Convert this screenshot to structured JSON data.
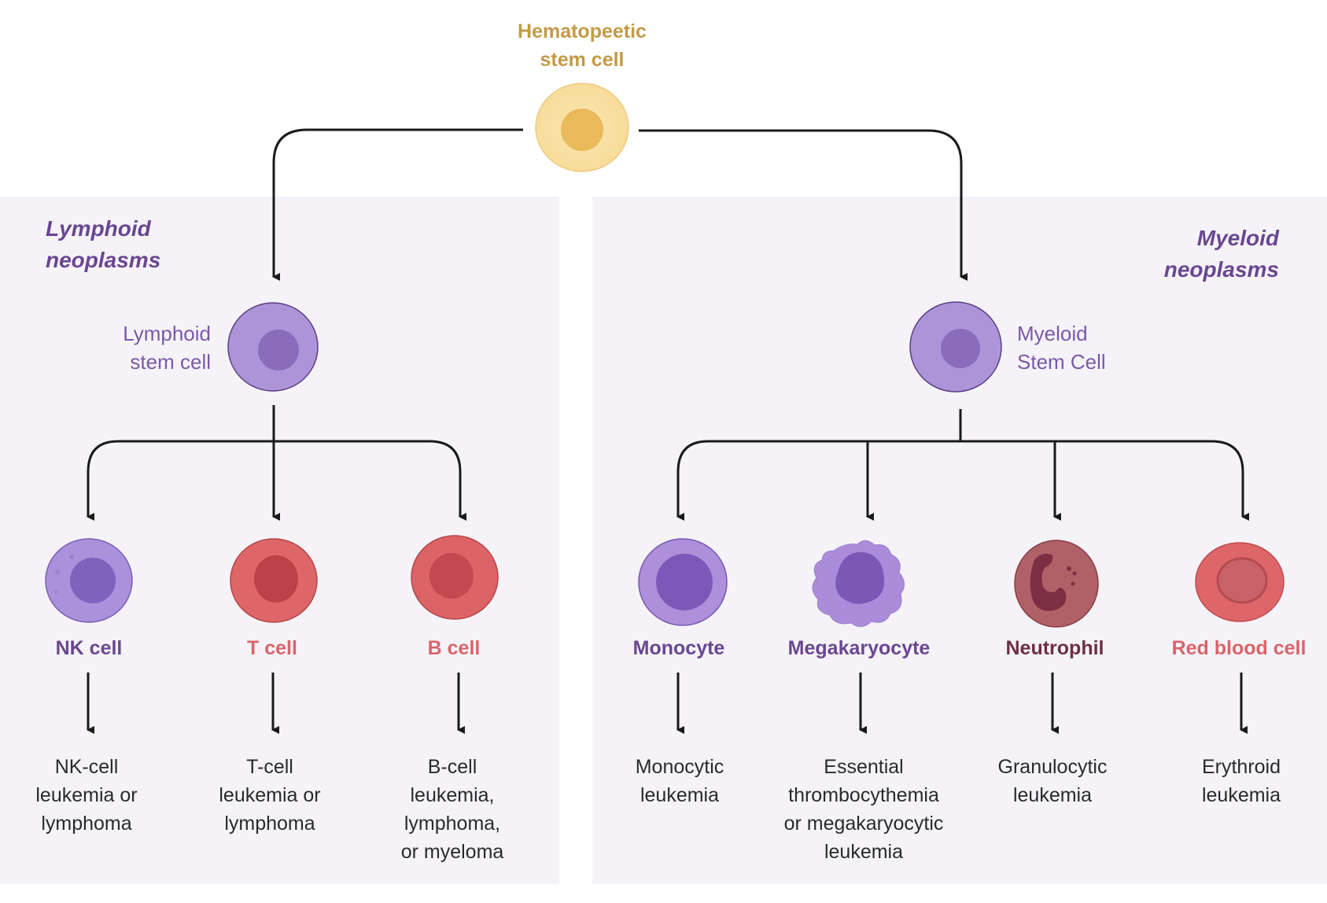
{
  "title": "Hematopeetic\nstem cell",
  "colors": {
    "stem": "#c39a45",
    "purple": "#6a4691",
    "red": "#d9646a",
    "neutrophil": "#6e2e4a",
    "panel": "#f5f3f8",
    "arrow": "#1a1a1a"
  },
  "groups": {
    "lymphoid": {
      "title": "Lymphoid\nneoplasms",
      "stem_label": "Lymphoid\nstem cell"
    },
    "myeloid": {
      "title": "Myeloid\nneoplasms",
      "stem_label": "Myeloid\nStem Cell"
    }
  },
  "cells": [
    {
      "label": "NK cell",
      "outcome": "NK-cell\nleukemia or\nlymphoma",
      "color": "#6a4691",
      "icon": "nk-cell-icon"
    },
    {
      "label": "T cell",
      "outcome": "T-cell\nleukemia or\nlymphoma",
      "color": "#d9646a",
      "icon": "t-cell-icon"
    },
    {
      "label": "B cell",
      "outcome": "B-cell\nleukemia,\nlymphoma,\nor myeloma",
      "color": "#d9646a",
      "icon": "b-cell-icon"
    },
    {
      "label": "Monocyte",
      "outcome": "Monocytic\nleukemia",
      "color": "#6a4691",
      "icon": "monocyte-icon"
    },
    {
      "label": "Megakaryocyte",
      "outcome": "Essential\nthrombocythemia\nor megakaryocytic\nleukemia",
      "color": "#6a4691",
      "icon": "megakaryocyte-icon"
    },
    {
      "label": "Neutrophil",
      "outcome": "Granulocytic\nleukemia",
      "color": "#6e2e4a",
      "icon": "neutrophil-icon"
    },
    {
      "label": "Red blood cell",
      "outcome": "Erythroid\nleukemia",
      "color": "#d9646a",
      "icon": "red-blood-cell-icon"
    }
  ]
}
